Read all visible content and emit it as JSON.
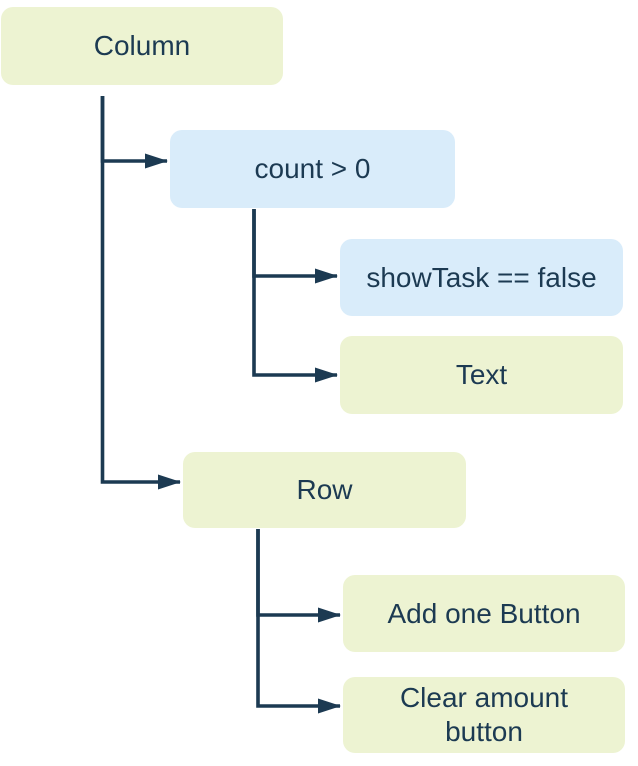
{
  "diagram": {
    "kind": "widget-tree",
    "palette": {
      "background": "#ffffff",
      "widget_fill": "#edf3d2",
      "condition_fill": "#d9ecfa",
      "line_color": "#1c3a52",
      "text_color": "#1c3a52"
    },
    "nodes": [
      {
        "id": "column",
        "label": "Column",
        "variant": "widget"
      },
      {
        "id": "count-condition",
        "label": "count > 0",
        "variant": "condition"
      },
      {
        "id": "showtask-condition",
        "label": "showTask == false",
        "variant": "condition"
      },
      {
        "id": "text",
        "label": "Text",
        "variant": "widget"
      },
      {
        "id": "row",
        "label": "Row",
        "variant": "widget"
      },
      {
        "id": "add-one-button",
        "label": "Add one Button",
        "variant": "widget"
      },
      {
        "id": "clear-amount-button",
        "label": "Clear amount button",
        "variant": "widget"
      }
    ],
    "edges": [
      {
        "from": "column",
        "to": "count-condition"
      },
      {
        "from": "column",
        "to": "row"
      },
      {
        "from": "count-condition",
        "to": "showtask-condition"
      },
      {
        "from": "count-condition",
        "to": "text"
      },
      {
        "from": "row",
        "to": "add-one-button"
      },
      {
        "from": "row",
        "to": "clear-amount-button"
      }
    ]
  }
}
